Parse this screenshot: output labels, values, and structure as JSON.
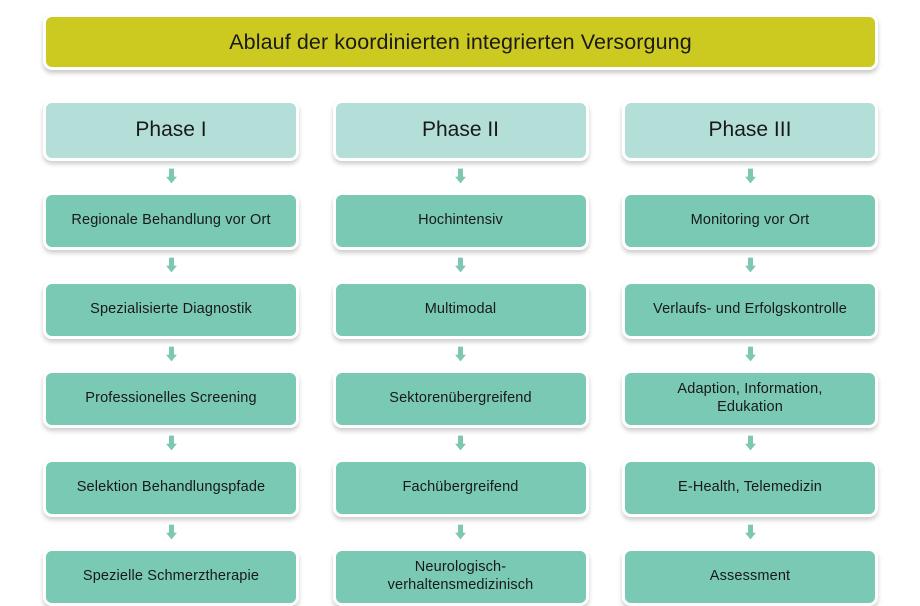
{
  "title": {
    "text": "Ablauf der koordinierten integrierten Versorgung"
  },
  "colors": {
    "title_bar": "#ccc920",
    "phase_header": "#b3dfd8",
    "step_box": "#79c9b4",
    "arrow_fill": "#7ec7b2",
    "text": "#191919",
    "background": "#ffffff"
  },
  "icons": {
    "connector": "arrow-down-icon"
  },
  "columns": [
    {
      "header": "Phase I",
      "steps": [
        "Regionale Behandlung vor Ort",
        "Spezialisierte Diagnostik",
        "Professionelles Screening",
        "Selektion Behandlungspfade",
        "Spezielle Schmerztherapie"
      ]
    },
    {
      "header": "Phase II",
      "steps": [
        "Hochintensiv",
        "Multimodal",
        "Sektorenübergreifend",
        "Fachübergreifend",
        "Neurologisch-\nverhaltensmedizinisch"
      ]
    },
    {
      "header": "Phase III",
      "steps": [
        "Monitoring vor Ort",
        "Verlaufs- und Erfolgskontrolle",
        "Adaption, Information,\nEdukation",
        "E-Health, Telemedizin",
        "Assessment"
      ]
    }
  ]
}
